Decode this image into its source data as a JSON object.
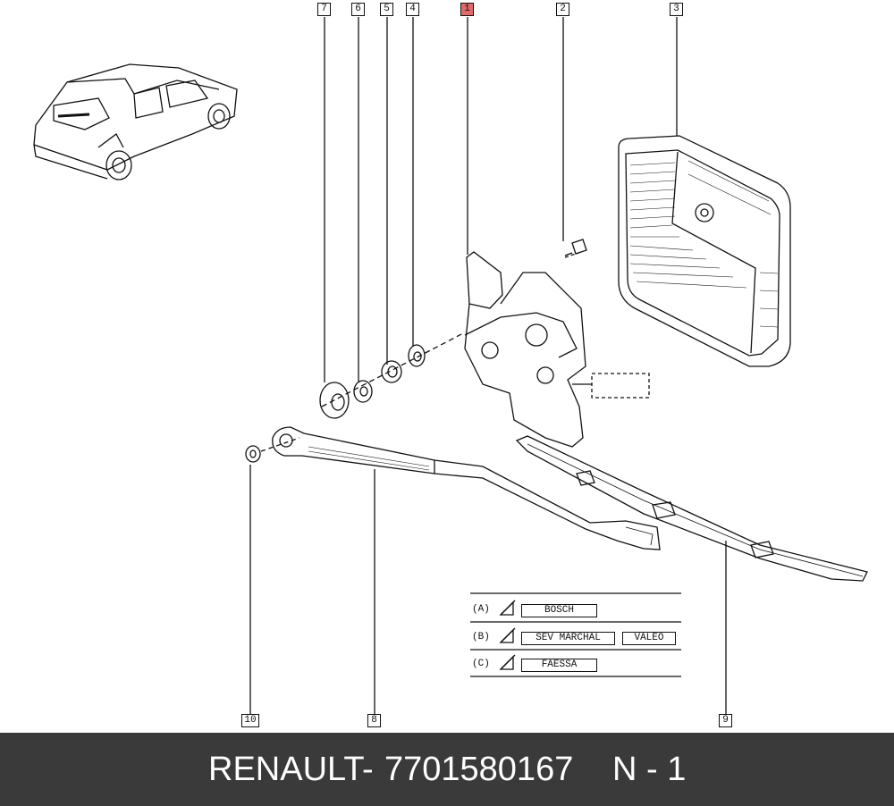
{
  "callouts": [
    {
      "id": "7",
      "highlight": false
    },
    {
      "id": "6",
      "highlight": false
    },
    {
      "id": "5",
      "highlight": false
    },
    {
      "id": "4",
      "highlight": false
    },
    {
      "id": "1",
      "highlight": true
    },
    {
      "id": "2",
      "highlight": false
    },
    {
      "id": "3",
      "highlight": false
    },
    {
      "id": "10",
      "highlight": false
    },
    {
      "id": "8",
      "highlight": false
    },
    {
      "id": "9",
      "highlight": false
    }
  ],
  "legend": [
    {
      "key": "(A)",
      "brands": [
        "BOSCH"
      ]
    },
    {
      "key": "(B)",
      "brands": [
        "SEV MARCHAL",
        "VALEO"
      ]
    },
    {
      "key": "(C)",
      "brands": [
        "FAESSA"
      ]
    }
  ],
  "footer": {
    "brand": "RENAULT",
    "separator": "-",
    "part_number": "7701580167",
    "position": "N - 1"
  },
  "colors": {
    "highlight": "#e06a6a",
    "footer_bg": "#3a3a3a",
    "line": "#111111"
  }
}
